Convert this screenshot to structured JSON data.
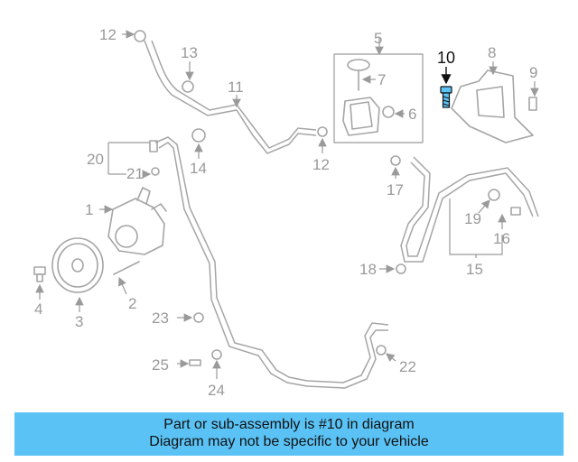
{
  "diagram": {
    "highlight_color": "#5bc2f5",
    "callouts": [
      "1",
      "2",
      "3",
      "4",
      "5",
      "6",
      "7",
      "8",
      "9",
      "10",
      "11",
      "12",
      "12",
      "13",
      "14",
      "15",
      "16",
      "17",
      "18",
      "19",
      "20",
      "21",
      "22",
      "23",
      "24",
      "25"
    ],
    "highlighted_callout": "10"
  },
  "banner": {
    "line1": "Part or sub-assembly is #10 in diagram",
    "line2": "Diagram may not be specific to your vehicle",
    "background": "#5bc2f5"
  }
}
